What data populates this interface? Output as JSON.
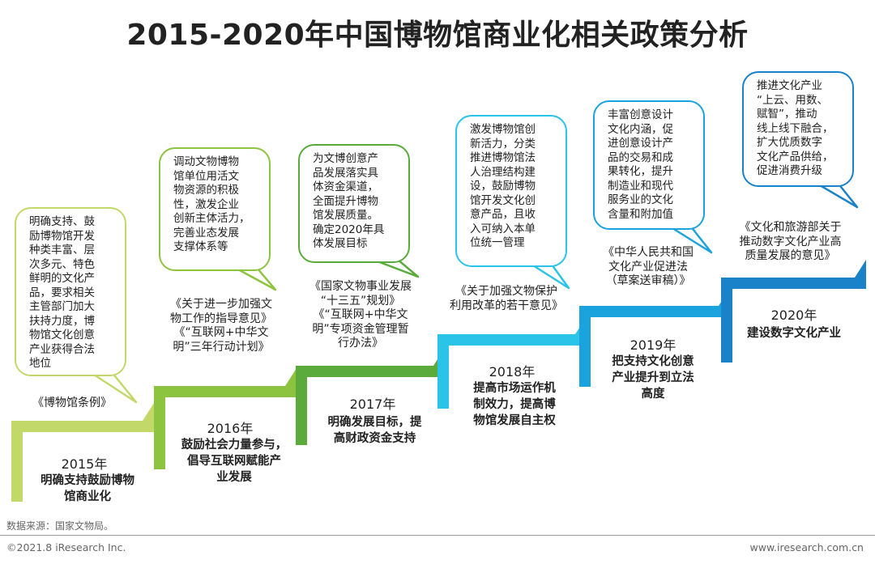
{
  "title": "2015-2020年中国博物馆商业化相关政策分析",
  "milestones": [
    {
      "year": "2015年",
      "bubble": "明确支持、鼓\n励博物馆开发\n种类丰富、层\n次多元、特色\n鲜明的文化产\n品，要求相关\n主管部门加大\n扶持力度，博\n物馆文化创意\n产业获得合法\n地位",
      "policy": "《博物馆条例》",
      "desc": "明确支持鼓励博物\n馆商业化",
      "color": "#c2d96a"
    },
    {
      "year": "2016年",
      "bubble": "调动文物博物\n馆单位用活文\n物资源的积极\n性，激发企业\n创新主体活力，\n完善业态发展\n支撑体系等",
      "policy": "《关于进一步加强文\n物工作的指导意见》\n《“互联网+中华文\n明”三年行动计划》",
      "desc": "鼓励社会力量参与，\n倡导互联网赋能产\n业发展",
      "color": "#8dc43f"
    },
    {
      "year": "2017年",
      "bubble": "为文博创意产\n品发展落实具\n体资金渠道，\n全面提升博物\n馆发展质量。\n确定2020年具\n体发展目标",
      "policy": "《国家文物事业发展\n“十三五”规划》\n《“互联网+中华文\n明”专项资金管理暂\n行办法》",
      "desc": "明确发展目标，提\n高财政资金支持",
      "color": "#5aab3c"
    },
    {
      "year": "2018年",
      "bubble": "激发博物馆创\n新活力，分类\n推进博物馆法\n人治理结构建\n设，鼓励博物\n馆开发文化创\n意产品，且收\n入可纳入本单\n位统一管理",
      "policy": "《关于加强文物保护\n利用改革的若干意见》",
      "desc": "提高市场运作机\n制效力，提高博\n物馆发展自主权",
      "color": "#29c4e8"
    },
    {
      "year": "2019年",
      "bubble": "丰富创意设计\n文化内涵，促\n进创意设计产\n品的交易和成\n果转化，提升\n制造业和现代\n服务业的文化\n含量和附加值",
      "policy": "《中华人民共和国\n文化产业促进法\n（草案送审稿）》",
      "desc": "把支持文化创意\n产业提升到立法\n高度",
      "color": "#1ba3dd"
    },
    {
      "year": "2020年",
      "bubble": "推进文化产业\n“上云、用数、\n赋智”，推动\n线上线下融合，\n扩大优质数字\n文化产品供给，\n促进消费升级",
      "policy": "《文化和旅游部关于\n推动数字文化产业高\n质量发展的意见》",
      "desc": "建设数字文化产业",
      "color": "#1a82c8"
    }
  ],
  "source": "数据来源：国家文物局。",
  "copyright": "©2021.8 iResearch Inc.",
  "website": "www.iresearch.com.cn"
}
